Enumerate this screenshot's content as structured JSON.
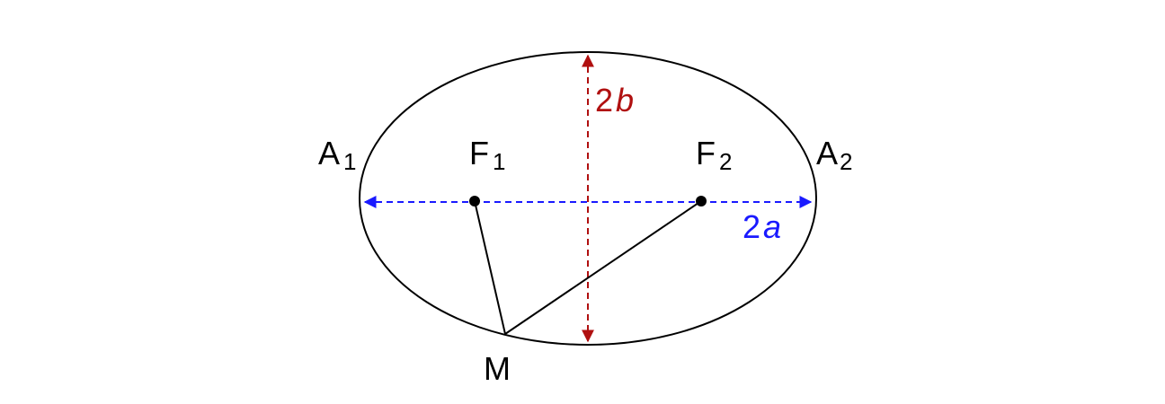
{
  "colors": {
    "outline": "#000000",
    "major_axis": "#1a1aff",
    "minor_axis": "#b01010"
  },
  "labels": {
    "vertex_left": {
      "letter": "A",
      "sub": "1"
    },
    "vertex_right": {
      "letter": "A",
      "sub": "2"
    },
    "focus_left": {
      "letter": "F",
      "sub": "1"
    },
    "focus_right": {
      "letter": "F",
      "sub": "2"
    },
    "point_m": "M",
    "major_axis": {
      "num": "2",
      "var": "a"
    },
    "minor_axis": {
      "num": "2",
      "var": "b"
    }
  }
}
